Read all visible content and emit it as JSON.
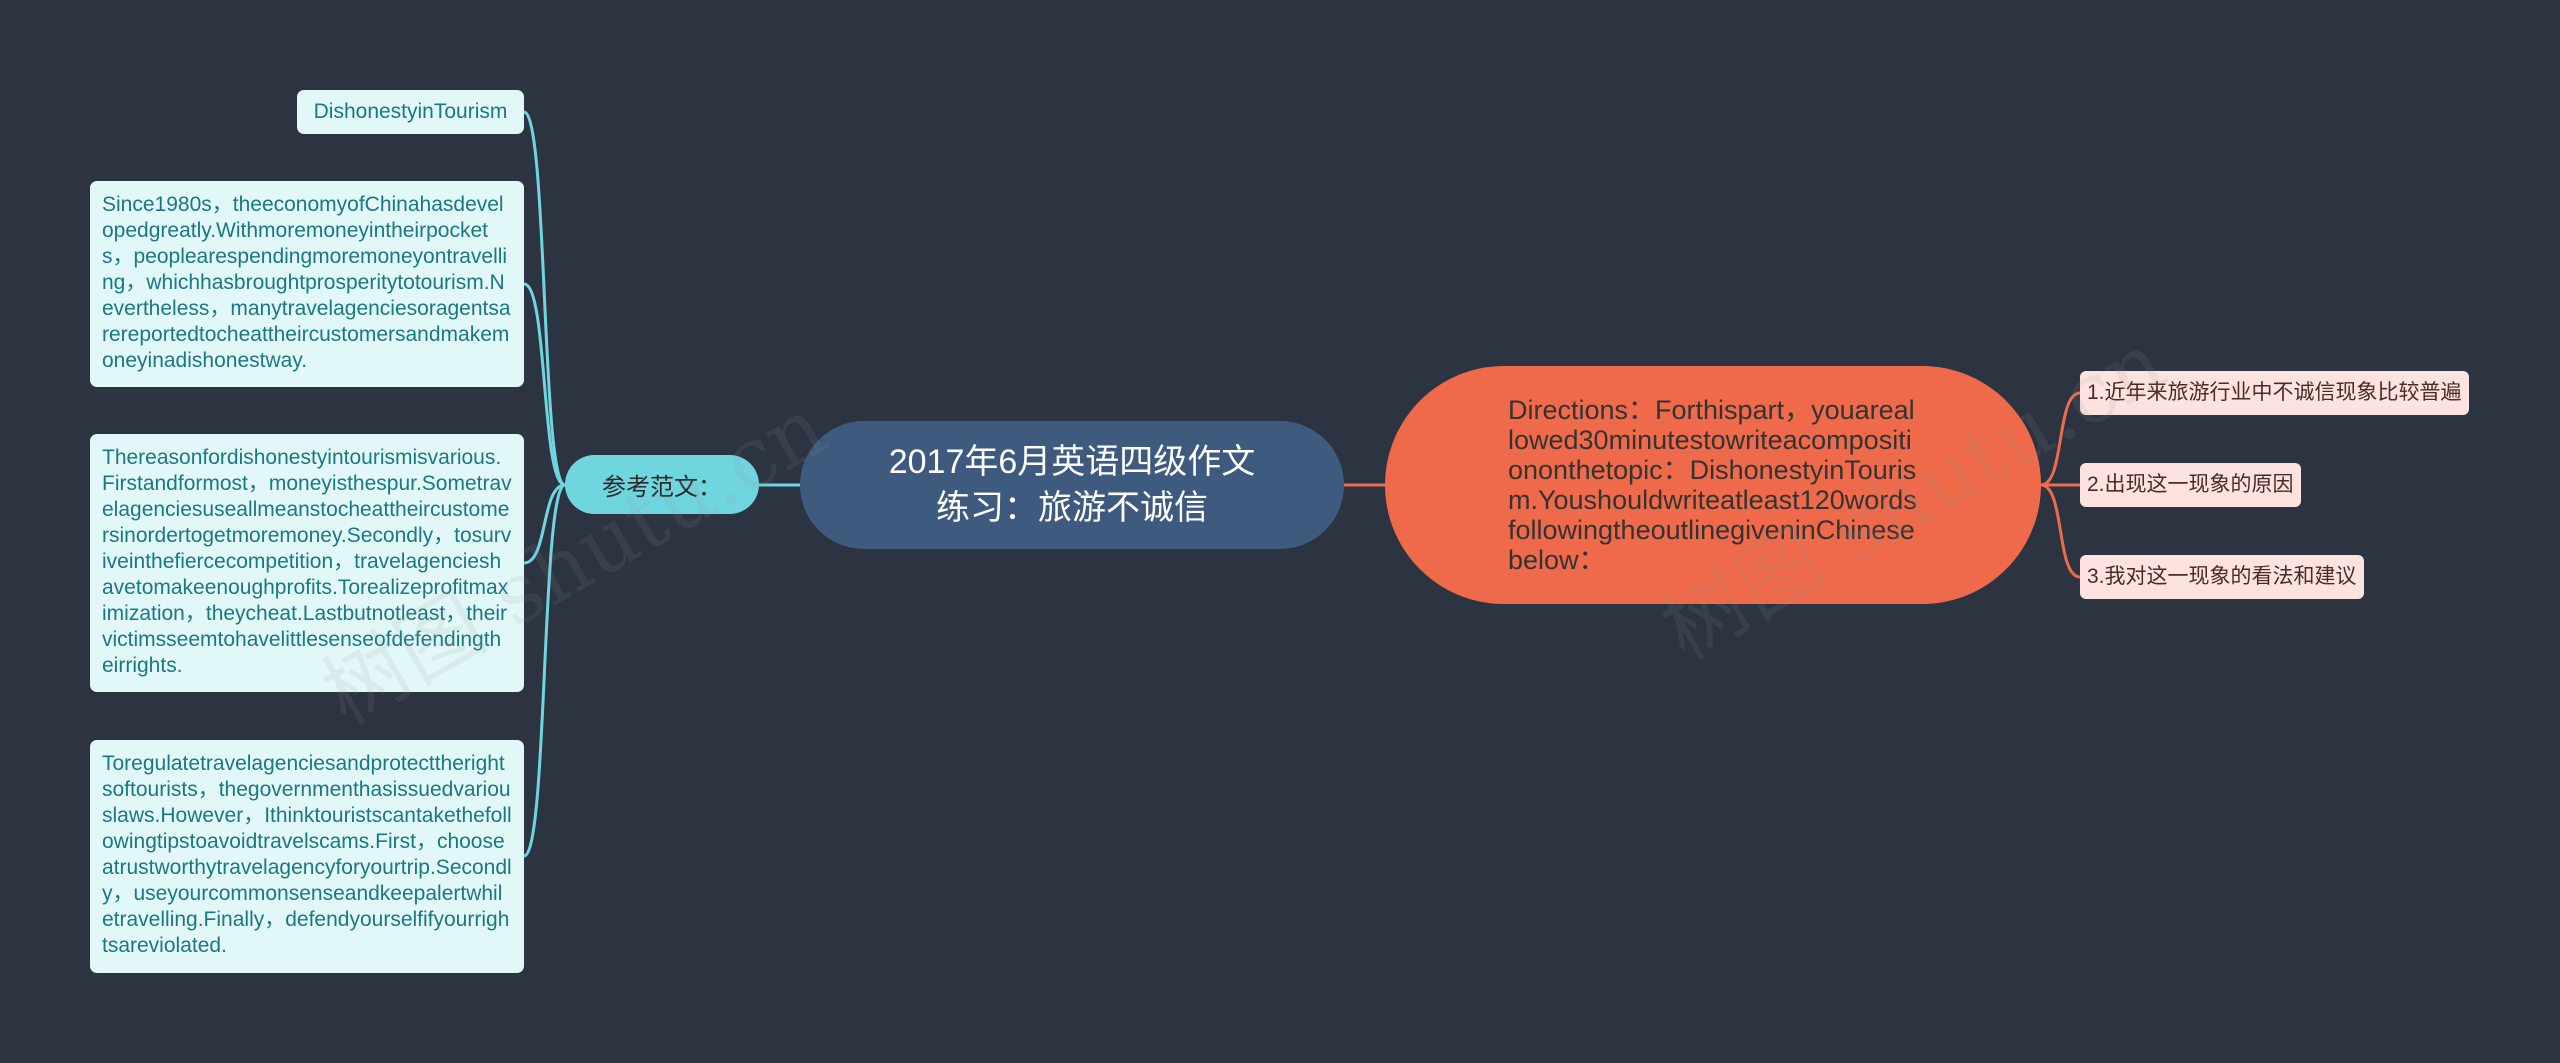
{
  "central_topic": {
    "text": "2017年6月英语四级作文练习：旅游不诚信"
  },
  "branches": {
    "reference": {
      "label": "参考范文：",
      "children": [
        "DishonestyinTourism",
        "Since1980s，theeconomyofChinahasdevelopedgreatly.Withmoremoneyintheirpockets，peoplearespendingmoremoneyontravelling，whichhasbroughtprosperitytotourism.Nevertheless，manytravelagenciesoragentsarereportedtocheattheircustomersandmakemoneyinadishonestway.",
        "Thereasonfordishonestyintourismisvarious.Firstandformost，moneyisthespur.Sometravelagenciesuseallmeanstocheattheircustomersinordertogetmoremoney.Secondly，tosurviveinthefiercecompetition，travelagencieshavetomakeenoughprofits.Torealizeprofitmaximization，theycheat.Lastbutnotleast，theirvictimsseemtohavelittlesenseofdefendingtheirrights.",
        "Toregulatetravelagenciesandprotecttherightsoftourists，thegovernmenthasissuedvariouslaws.However，Ithinktouristscantakethefollowingtipstoavoidtravelscams.First，chooseatrustworthytravelagencyforyourtrip.Secondly，useyourcommonsenseandkeepalertwhiletravelling.Finally，defendyourselfifyourrightsareviolated."
      ]
    },
    "directions": {
      "label": "Directions：Forthispart，youareallowed30minutestowriteacompositiononthetopic：DishonestyinTourism.Youshouldwriteatleast120wordsfollowingtheoutlinegiveninChinesebelow：",
      "children": [
        "1.近年来旅游行业中不诚信现象比较普遍",
        "2.出现这一现象的原因",
        "3.我对这一现象的看法和建议"
      ]
    }
  },
  "watermark": "树图 shutu.cn",
  "colors": {
    "background": "#2c3442",
    "central_node": "#3e5a7e",
    "left_branch": "#6fd6e0",
    "right_branch": "#ef6a4a",
    "left_leaf_bg": "#e2f8f8",
    "left_leaf_text": "#1a7880",
    "right_leaf_bg": "#fde3df",
    "right_leaf_text": "#4b2b28"
  }
}
